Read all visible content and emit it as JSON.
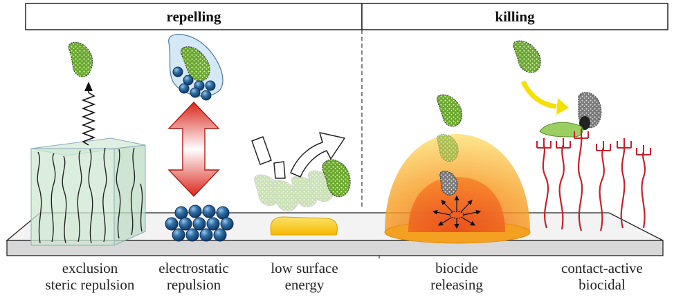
{
  "header": {
    "left_label": "repelling",
    "right_label": "killing"
  },
  "mechanisms": [
    {
      "line1": "exclusion",
      "line2": "steric repulsion"
    },
    {
      "line1": "electrostatic",
      "line2": "repulsion"
    },
    {
      "line1": "low surface",
      "line2": "energy"
    },
    {
      "line1": "biocide",
      "line2": "releasing"
    },
    {
      "line1": "contact-active",
      "line2": "biocidal"
    }
  ],
  "colors": {
    "bacterium": "#7cb83a",
    "killed_bacterium": "#8a8a8a",
    "charge_sphere": "#2f6fa8",
    "repulsion_arrow": "#d9261c",
    "biocide_dome": "#f7b52b",
    "contact_arrow": "#f5e000",
    "polymer_chain": "#c8202a"
  }
}
